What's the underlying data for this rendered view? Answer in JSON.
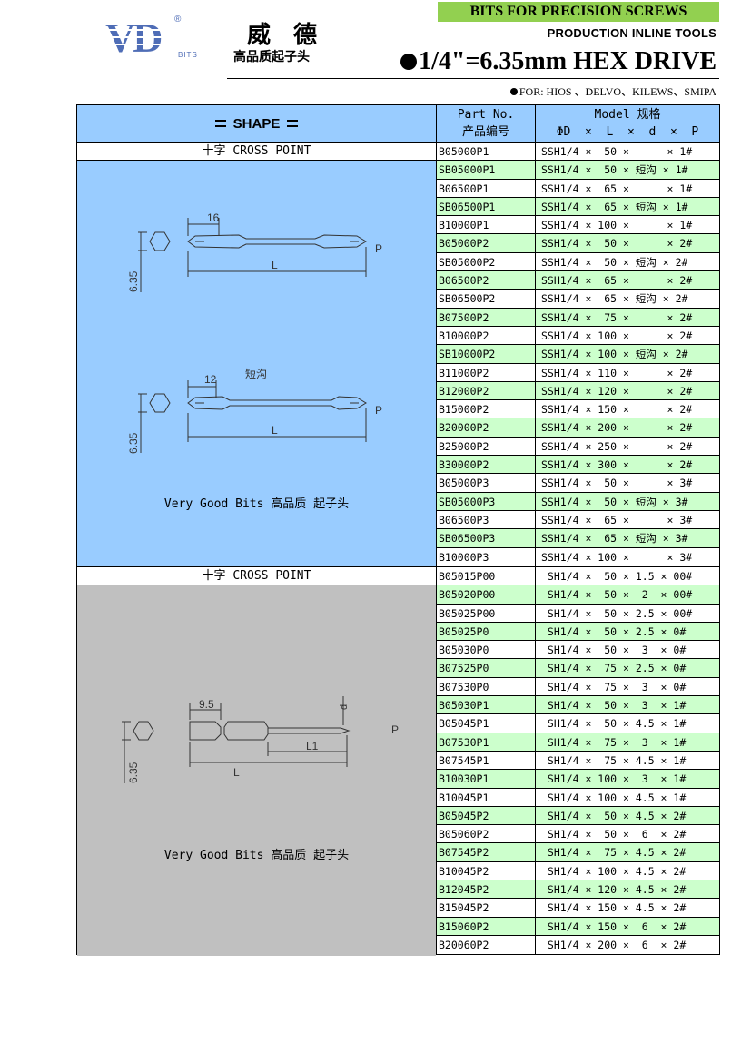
{
  "header": {
    "logo_text": "VD",
    "logo_reg": "®",
    "logo_sub": "BITS",
    "brand_name": "威 德",
    "brand_tagline": "高品质起子头",
    "banner": "BITS FOR PRECISION SCREWS",
    "subtitle": "PRODUCTION INLINE TOOLS",
    "title": "1/4\"=6.35mm HEX DRIVE",
    "for_line": "FOR: HIOS 、DELVO、KILEWS、SMIPA"
  },
  "table_header": {
    "shape": "SHAPE",
    "part_no_en": "Part No.",
    "part_no_cn": "产品编号",
    "model_en": "Model 规格",
    "model_cols": "ΦD  ×  L  ×  d  ×  P"
  },
  "section1": {
    "title": "十字 CROSS POINT",
    "tagline": "Very Good Bits  高品质 起子头",
    "drawing1": {
      "dim_top": "16",
      "dim_len": "L",
      "dim_hex": "6.35",
      "tip": "P"
    },
    "drawing2": {
      "dim_top": "12",
      "note": "短沟",
      "dim_len": "L",
      "dim_hex": "6.35",
      "tip": "P"
    },
    "rows": [
      {
        "pn": "B05000P1",
        "model": "SSH1/4 ×  50 ×      × 1#"
      },
      {
        "pn": "SB05000P1",
        "model": "SSH1/4 ×  50 × 短沟 × 1#"
      },
      {
        "pn": "B06500P1",
        "model": "SSH1/4 ×  65 ×      × 1#"
      },
      {
        "pn": "SB06500P1",
        "model": "SSH1/4 ×  65 × 短沟 × 1#"
      },
      {
        "pn": "B10000P1",
        "model": "SSH1/4 × 100 ×      × 1#"
      },
      {
        "pn": "B05000P2",
        "model": "SSH1/4 ×  50 ×      × 2#"
      },
      {
        "pn": "SB05000P2",
        "model": "SSH1/4 ×  50 × 短沟 × 2#"
      },
      {
        "pn": "B06500P2",
        "model": "SSH1/4 ×  65 ×      × 2#"
      },
      {
        "pn": "SB06500P2",
        "model": "SSH1/4 ×  65 × 短沟 × 2#"
      },
      {
        "pn": "B07500P2",
        "model": "SSH1/4 ×  75 ×      × 2#"
      },
      {
        "pn": "B10000P2",
        "model": "SSH1/4 × 100 ×      × 2#"
      },
      {
        "pn": "SB10000P2",
        "model": "SSH1/4 × 100 × 短沟 × 2#"
      },
      {
        "pn": "B11000P2",
        "model": "SSH1/4 × 110 ×      × 2#"
      },
      {
        "pn": "B12000P2",
        "model": "SSH1/4 × 120 ×      × 2#"
      },
      {
        "pn": "B15000P2",
        "model": "SSH1/4 × 150 ×      × 2#"
      },
      {
        "pn": "B20000P2",
        "model": "SSH1/4 × 200 ×      × 2#"
      },
      {
        "pn": "B25000P2",
        "model": "SSH1/4 × 250 ×      × 2#"
      },
      {
        "pn": "B30000P2",
        "model": "SSH1/4 × 300 ×      × 2#"
      },
      {
        "pn": "B05000P3",
        "model": "SSH1/4 ×  50 ×      × 3#"
      },
      {
        "pn": "SB05000P3",
        "model": "SSH1/4 ×  50 × 短沟 × 3#"
      },
      {
        "pn": "B06500P3",
        "model": "SSH1/4 ×  65 ×      × 3#"
      },
      {
        "pn": "SB06500P3",
        "model": "SSH1/4 ×  65 × 短沟 × 3#"
      },
      {
        "pn": "B10000P3",
        "model": "SSH1/4 × 100 ×      × 3#"
      }
    ]
  },
  "section2": {
    "title": "十字 CROSS POINT",
    "tagline": "Very Good Bits  高品质 起子头",
    "drawing": {
      "dim_top": "9.5",
      "dim_d": "d",
      "dim_len": "L",
      "dim_l1": "L1",
      "dim_hex": "6.35",
      "tip": "P"
    },
    "rows": [
      {
        "pn": "B05015P00",
        "model": " SH1/4 ×  50 × 1.5 × 00#"
      },
      {
        "pn": "B05020P00",
        "model": " SH1/4 ×  50 ×  2  × 00#"
      },
      {
        "pn": "B05025P00",
        "model": " SH1/4 ×  50 × 2.5 × 00#"
      },
      {
        "pn": "B05025P0",
        "model": " SH1/4 ×  50 × 2.5 × 0#"
      },
      {
        "pn": "B05030P0",
        "model": " SH1/4 ×  50 ×  3  × 0#"
      },
      {
        "pn": "B07525P0",
        "model": " SH1/4 ×  75 × 2.5 × 0#"
      },
      {
        "pn": "B07530P0",
        "model": " SH1/4 ×  75 ×  3  × 0#"
      },
      {
        "pn": "B05030P1",
        "model": " SH1/4 ×  50 ×  3  × 1#"
      },
      {
        "pn": "B05045P1",
        "model": " SH1/4 ×  50 × 4.5 × 1#"
      },
      {
        "pn": "B07530P1",
        "model": " SH1/4 ×  75 ×  3  × 1#"
      },
      {
        "pn": "B07545P1",
        "model": " SH1/4 ×  75 × 4.5 × 1#"
      },
      {
        "pn": "B10030P1",
        "model": " SH1/4 × 100 ×  3  × 1#"
      },
      {
        "pn": "B10045P1",
        "model": " SH1/4 × 100 × 4.5 × 1#"
      },
      {
        "pn": "B05045P2",
        "model": " SH1/4 ×  50 × 4.5 × 2#"
      },
      {
        "pn": "B05060P2",
        "model": " SH1/4 ×  50 ×  6  × 2#"
      },
      {
        "pn": "B07545P2",
        "model": " SH1/4 ×  75 × 4.5 × 2#"
      },
      {
        "pn": "B10045P2",
        "model": " SH1/4 × 100 × 4.5 × 2#"
      },
      {
        "pn": "B12045P2",
        "model": " SH1/4 × 120 × 4.5 × 2#"
      },
      {
        "pn": "B15045P2",
        "model": " SH1/4 × 150 × 4.5 × 2#"
      },
      {
        "pn": "B15060P2",
        "model": " SH1/4 × 150 ×  6  × 2#"
      },
      {
        "pn": "B20060P2",
        "model": " SH1/4 × 200 ×  6  × 2#"
      }
    ]
  },
  "colors": {
    "banner": "#92d050",
    "header_fill": "#99ccff",
    "section1_fill": "#99ccff",
    "section2_fill": "#c0c0c0",
    "row_alt": "#ccffcc",
    "logo": "#4f6db6"
  }
}
